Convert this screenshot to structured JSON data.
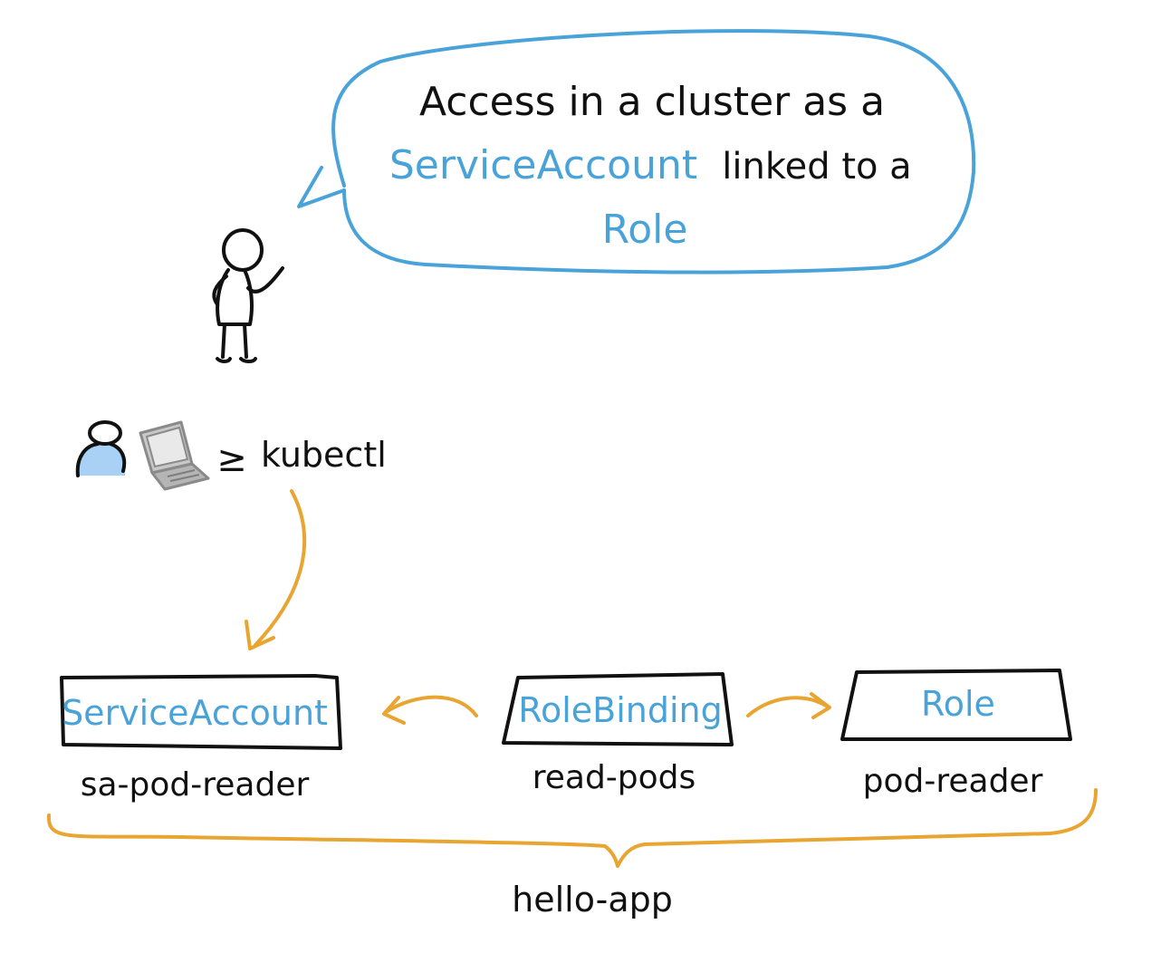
{
  "colors": {
    "ink": "#111111",
    "accent_blue": "#4aa3d8",
    "accent_orange": "#e8a531",
    "avatar_fill": "#a9d1f5",
    "laptop_gray": "#9a9a9a"
  },
  "speech_bubble": {
    "line1": "Access in a cluster as a",
    "line2_highlight": "ServiceAccount",
    "line2_rest": "linked to a",
    "line3_highlight": "Role"
  },
  "terminal": {
    "prompt_symbol": "≥",
    "command": "kubectl"
  },
  "boxes": {
    "service_account": {
      "title": "ServiceAccount",
      "name": "sa-pod-reader"
    },
    "role_binding": {
      "title": "RoleBinding",
      "name": "read-pods"
    },
    "role": {
      "title": "Role",
      "name": "pod-reader"
    }
  },
  "namespace": {
    "label": "hello-app"
  },
  "icons": {
    "person": "stick-figure-icon",
    "user": "user-avatar-icon",
    "laptop": "laptop-icon"
  }
}
